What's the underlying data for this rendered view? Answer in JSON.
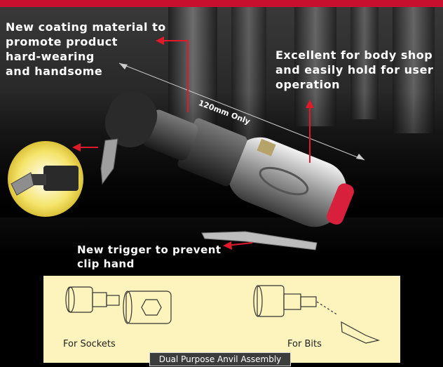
{
  "callouts": {
    "coating": "New coating material to\npromote product\nhard-wearing\nand handsome",
    "body_shop": "Excellent for body shop\nand easily hold for user\noperation",
    "trigger": "New trigger to prevent\nclip hand"
  },
  "dimension_label": "120mm Only",
  "panel": {
    "sockets_caption": "For Sockets",
    "bits_caption": "For Bits",
    "banner": "Dual Purpose  Anvil Assembly"
  },
  "colors": {
    "accent": "#c8102e",
    "panel_bg": "#fdf3bc"
  }
}
